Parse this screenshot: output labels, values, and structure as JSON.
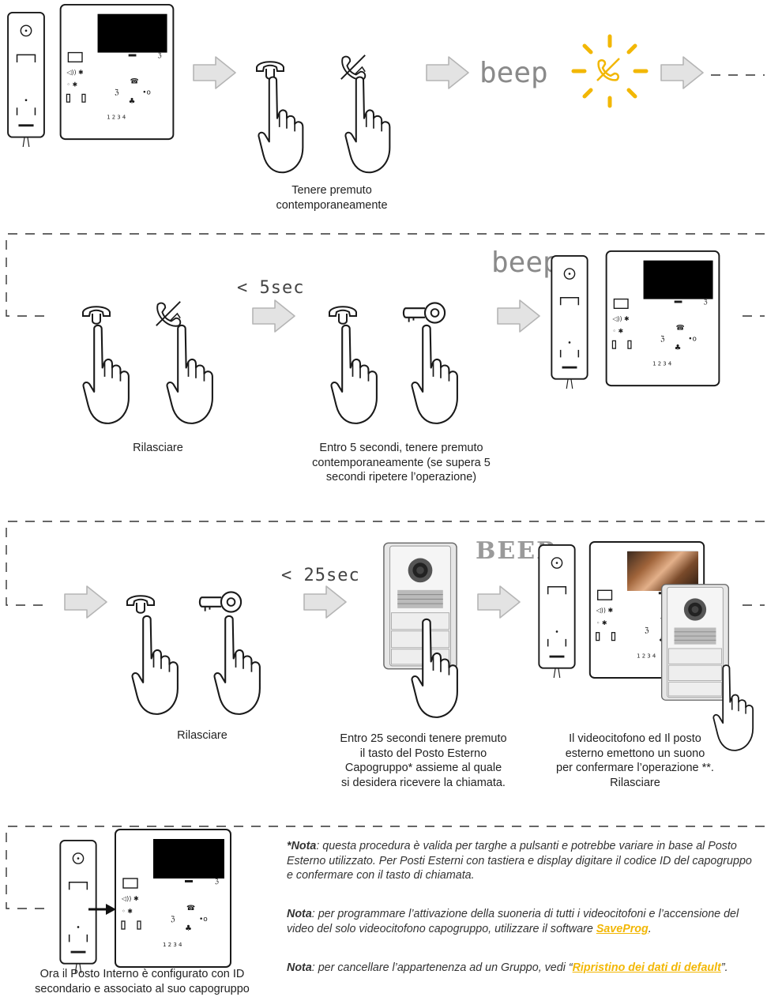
{
  "step1": {
    "caption_line1": "Tenere premuto",
    "caption_line2": "contemporaneamente",
    "beep": "beep"
  },
  "step2": {
    "time_limit": "< 5sec",
    "beep": "beep",
    "release_caption": "Rilasciare",
    "caption_line1": "Entro 5 secondi, tenere premuto",
    "caption_line2": "contemporaneamente (se supera 5",
    "caption_line3": "secondi ripetere l’operazione)"
  },
  "step3": {
    "time_limit": "< 25sec",
    "beep": "BEEP",
    "release_caption": "Rilasciare",
    "caption_a_line1": "Entro 25 secondi tenere premuto",
    "caption_a_line2": "il tasto del Posto Esterno",
    "caption_a_line3": "Capogruppo* assieme al quale",
    "caption_a_line4": "si desidera ricevere la chiamata.",
    "caption_b_line1": "Il videocitofono ed Il posto",
    "caption_b_line2": "esterno emettono un suono",
    "caption_b_line3": "per confermare l’operazione **.",
    "caption_b_line4": "Rilasciare"
  },
  "step4": {
    "caption_line1": "Ora il Posto Interno è configurato con ID",
    "caption_line2": "secondario e associato al suo capogruppo"
  },
  "notes": {
    "n1_label": "*Nota",
    "n1_text": ": questa procedura è valida per targhe a pulsanti e potrebbe variare in base al Posto Esterno utilizzato. Per Posti Esterni con tastiera e display digitare il codice ID del capogruppo e confermare con il tasto di chiamata.",
    "n2_label": "Nota",
    "n2_text": ": per programmare l’attivazione della suoneria di tutti i videocitofoni e l’accensione del video del solo videocitofono capogruppo, utilizzare il software ",
    "n2_link": "SaveProg",
    "n2_end": ".",
    "n3_label": "Nota",
    "n3_text": ": per cancellare l’appartenenza ad un Gruppo, vedi “",
    "n3_link": "Ripristino dei dati di default",
    "n3_end": "”."
  },
  "colors": {
    "accent": "#f2b705",
    "arrow_fill": "#e3e3e3",
    "arrow_stroke": "#b5b5b5"
  }
}
